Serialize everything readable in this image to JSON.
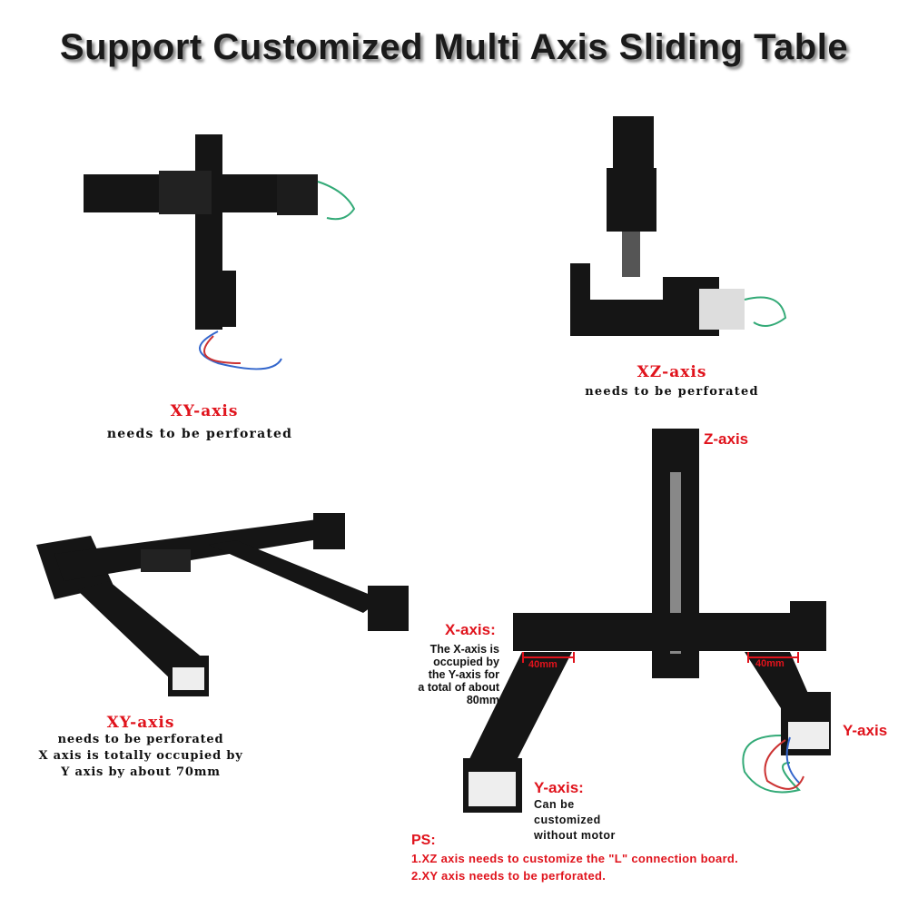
{
  "title": "Support Customized Multi Axis Sliding Table",
  "panels": {
    "top_left": {
      "label": "XY-axis",
      "note": "needs to be perforated"
    },
    "top_right": {
      "label": "XZ-axis",
      "note": "needs to be perforated"
    },
    "bottom_left": {
      "label": "XY-axis",
      "lines": [
        "needs to be perforated",
        "X axis is totally occupied by",
        "Y axis by about 70mm"
      ]
    },
    "bottom_right": {
      "z_axis": "Z-axis",
      "x_axis": "X-axis:",
      "x_note": [
        "The X-axis is",
        "occupied by",
        "the Y-axis for",
        "a total of about",
        "80mm"
      ],
      "dim_left": "40mm",
      "dim_right": "40mm",
      "y_axis_right": "Y-axis",
      "y_axis": "Y-axis:",
      "y_note": [
        "Can be",
        "customized",
        "without motor"
      ],
      "ps_label": "PS:",
      "ps_lines": [
        "1.XZ axis needs to customize the \"L\" connection board.",
        "2.XY axis needs to be perforated."
      ]
    }
  },
  "colors": {
    "accent": "#e0131c",
    "metal": "#151515"
  }
}
